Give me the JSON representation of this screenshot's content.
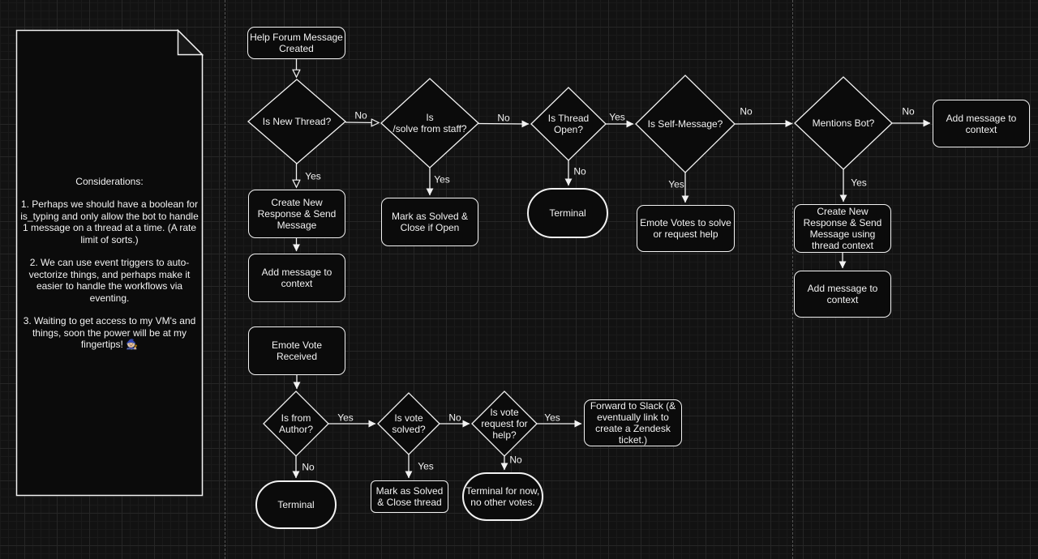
{
  "canvas": {
    "background": "#121212",
    "grid_minor_color": "#1a1a1a",
    "grid_major_color": "#262626",
    "guide_color": "#565656",
    "shape_fill": "#0b0b0b",
    "stroke_color": "#f2f2f2",
    "text_color": "#f2f2f2"
  },
  "note": {
    "title": "Considerations:",
    "paragraphs": [
      "1. Perhaps we should have a boolean for is_typing and only allow the bot to handle 1 message on a thread at a time. (A rate limit of sorts.)",
      "2. We can use event triggers to auto-vectorize things, and perhaps make it easier to handle the workflows via eventing.",
      "3. Waiting to get access to my VM's and things, soon the power will be at my fingertips! 🧙🏼"
    ]
  },
  "nodes": {
    "help_forum_created": "Help Forum Message\nCreated",
    "is_new_thread": "Is New Thread?",
    "is_solve_from_staff": "Is\n/solve from staff?",
    "is_thread_open": "Is Thread\nOpen?",
    "is_self_message": "Is Self-Message?",
    "mentions_bot": "Mentions Bot?",
    "add_message_context_right": "Add message to\ncontext",
    "create_response_send": "Create New\nResponse & Send\nMessage",
    "add_message_context_left": "Add message to\ncontext",
    "mark_solved_close_open": "Mark as Solved &\nClose if Open",
    "terminal_top": "Terminal",
    "emote_votes_solve": "Emote Votes to solve\nor request help",
    "create_response_thread_ctx": "Create New\nResponse & Send\nMessage using\nthread context",
    "add_message_context_bottom": "Add message to\ncontext",
    "emote_vote_received": "Emote Vote Received",
    "is_from_author": "Is from\nAuthor?",
    "is_vote_solved": "Is vote\nsolved?",
    "is_vote_request_help": "Is vote\nrequest for\nhelp?",
    "forward_slack": "Forward to Slack (&\neventually link to\ncreate a Zendesk\nticket.)",
    "mark_solved_close_thread": "Mark as Solved\n& Close thread",
    "terminal_bottom": "Terminal",
    "terminal_no_other_votes": "Terminal for now,\nno other votes."
  },
  "edge_labels": {
    "new_thread_no": "No",
    "new_thread_yes": "Yes",
    "solve_staff_yes": "Yes",
    "solve_staff_no": "No",
    "thread_open_yes": "Yes",
    "thread_open_no": "No",
    "self_message_no": "No",
    "self_message_yes": "Yes",
    "mentions_bot_no": "No",
    "mentions_bot_yes": "Yes",
    "from_author_yes": "Yes",
    "from_author_no": "No",
    "vote_solved_no": "No",
    "vote_solved_yes": "Yes",
    "vote_request_yes": "Yes",
    "vote_request_no": "No"
  }
}
